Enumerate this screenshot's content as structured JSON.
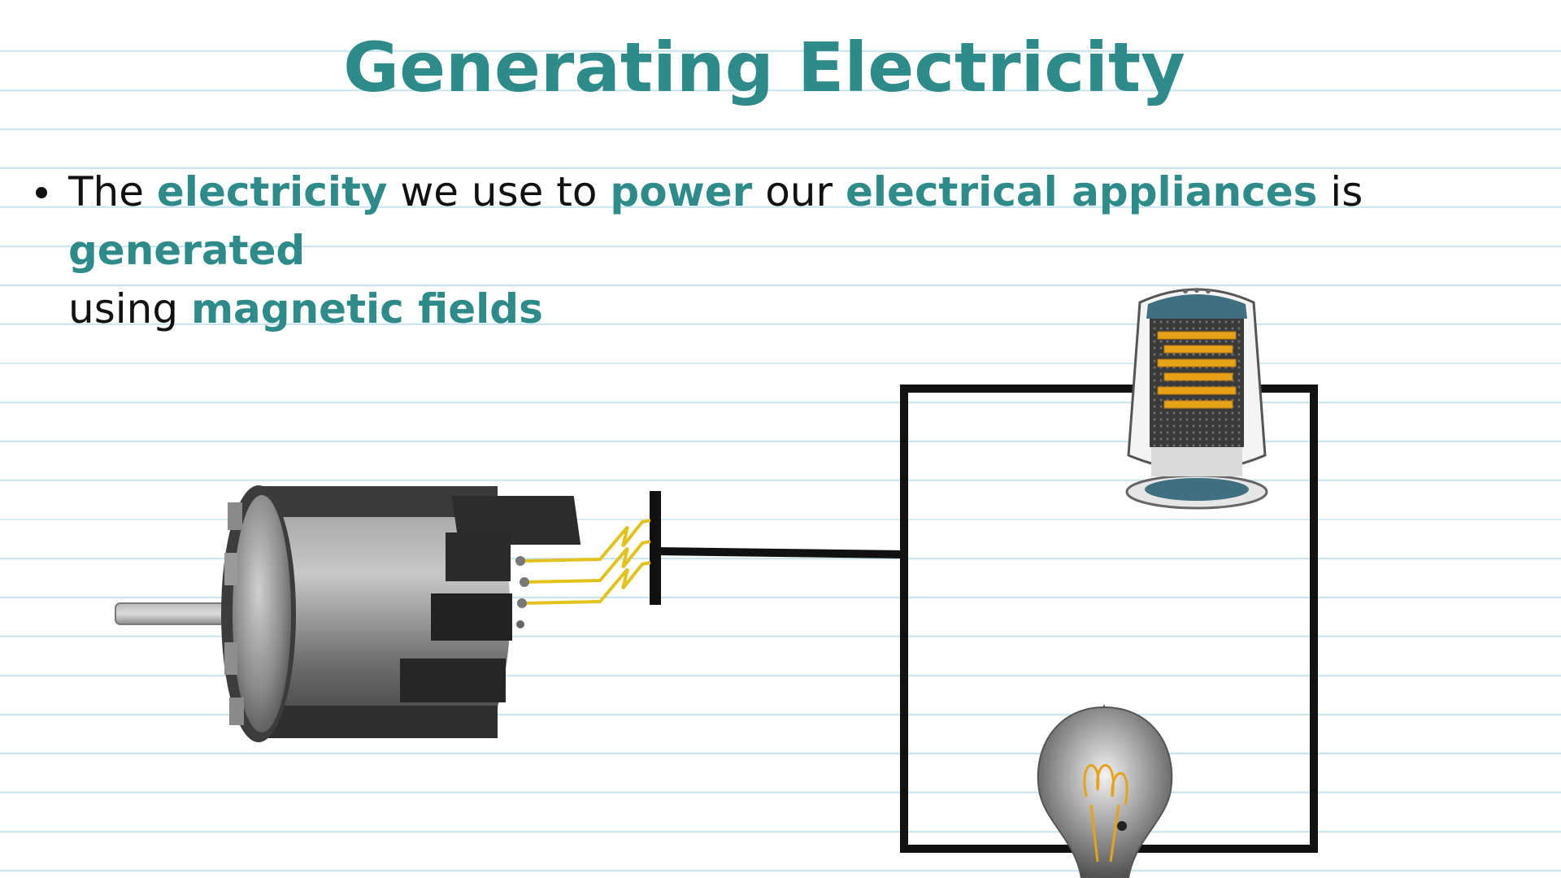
{
  "slide": {
    "title": "Generating Electricity",
    "bullet": {
      "t1": "The ",
      "k1": "electricity",
      "t2": " we use to ",
      "k2": "power",
      "t3": " our ",
      "k3": "electrical appliances",
      "t4": " is ",
      "k4": "generated",
      "t5": " using ",
      "k5": "magnetic fields"
    }
  },
  "colors": {
    "accent": "#2f8a8a",
    "ruled_line": "#c6e3ee",
    "wire": "#111111",
    "filament": "#e8a21a",
    "heater_body": "#3f6f80"
  },
  "illustration": {
    "generator": "generator-icon",
    "output_wires": "zigzag-wires-icon",
    "circuit": "circuit-loop",
    "heater": "space-heater-icon",
    "bulb": "light-bulb-icon"
  }
}
